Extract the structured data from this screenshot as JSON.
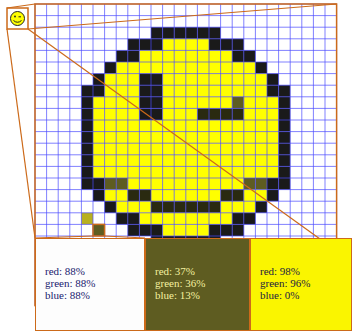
{
  "diagram": {
    "nodes": [
      {
        "text": [
          "red: 88%",
          "green: 88%",
          "blue: 88%"
        ]
      },
      {
        "text": [
          "red: 37%",
          "green: 36%",
          "blue: 13%"
        ]
      },
      {
        "text": [
          "red: 98%",
          "green: 96%",
          "blue: 0%"
        ]
      }
    ]
  }
}
